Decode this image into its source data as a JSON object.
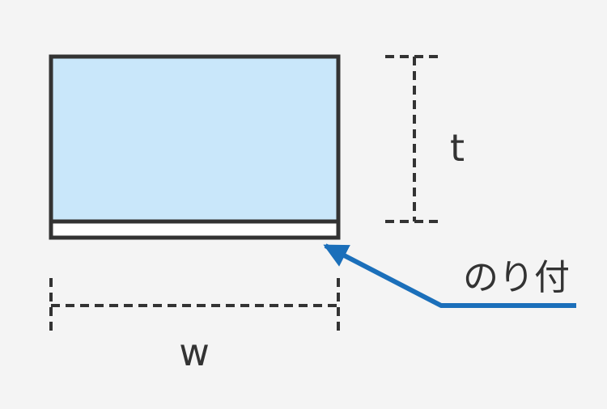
{
  "labels": {
    "thickness": "t",
    "width": "w",
    "adhesive": "のり付"
  },
  "colors": {
    "background": "#f4f4f4",
    "sheet_fill": "#c9e7fa",
    "adhesive_fill": "#ffffff",
    "outline": "#333333",
    "arrow": "#1b6fba"
  }
}
